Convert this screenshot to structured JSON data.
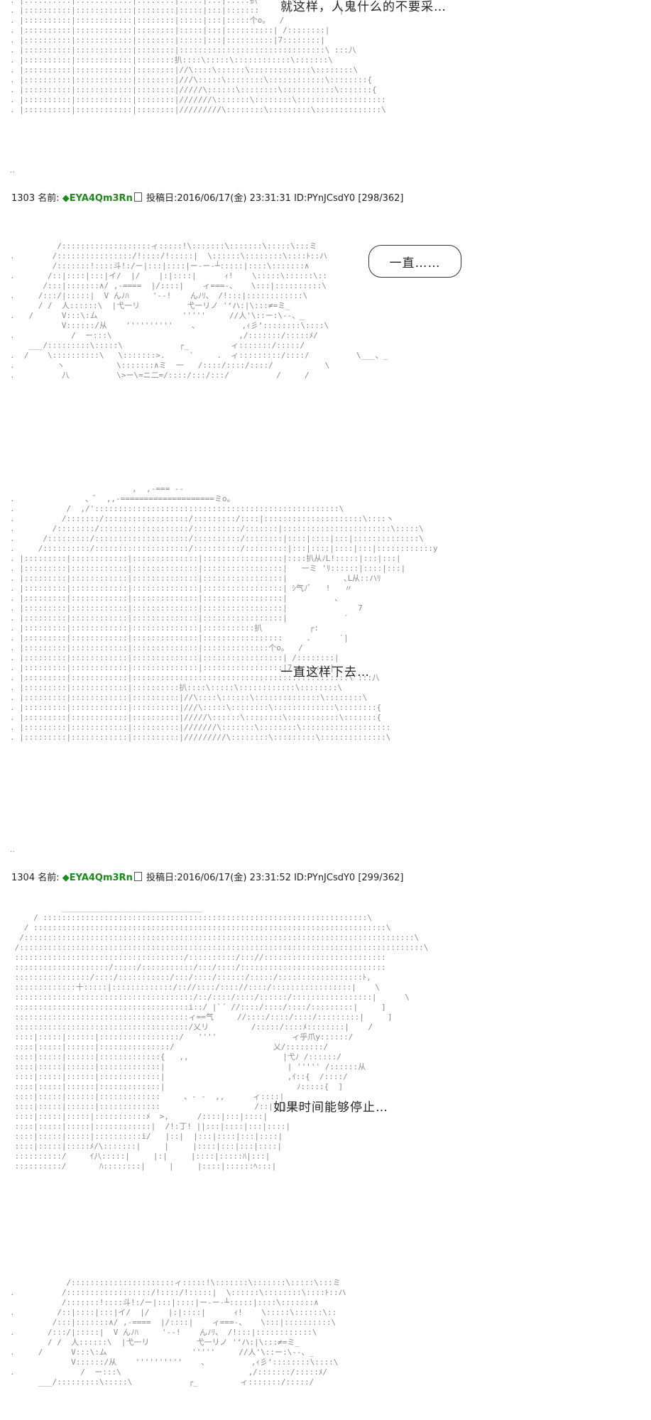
{
  "posts": [
    {
      "number": "1303",
      "name_label": "名前:",
      "name": "◆EYA4Qm3Rn",
      "date_label": "投稿日:",
      "datetime": "2016/06/17(金) 23:31:31",
      "id": "ID:PYnJCsdY0",
      "count": "[298/362]"
    },
    {
      "number": "1304",
      "name_label": "名前:",
      "name": "◆EYA4Qm3Rn",
      "date_label": "投稿日:",
      "datetime": "2016/06/17(金) 23:31:52",
      "id": "ID:PYnJCsdY0",
      "count": "[299/362]"
    }
  ],
  "separator": "..",
  "narration": {
    "n1": "就这样，人鬼什么的不要采…",
    "n2": "一直……",
    "n3": "一直这样下去…",
    "n4": "如果时间能够停止…"
  },
  "art": {
    "a1": ". |::::::::::|::::::::::::|::::::::|:::::|:::|:::::扒       マ  :\n. |::::::::::|::::::::::::|::::::::|:::::|:::|:::::::      .         ′|\n. |::::::::::|::::::::::::|::::::::|:::::|:::|:::::个o。  /\n. |::::::::::|::::::::::::|::::::::|:::::|:::|::::::::::| /::::::::|\n. |::::::::::|::::::::::::|::::::::|:::::|:::|::::::::::|7::::::::|\n. |::::::::::|::::::::::::|::::::::|:::::::::::::::::::::::::::::::\\ :::八\n. |::::::::::|::::::::::::|::::::::扒::::\\:::::\\::::::::::::\\:::::::\\\n. |::::::::::|::::::::::::|::::::::|//\\::::\\::::::\\:::::::::::::\\::::::::\\\n. |::::::::::|::::::::::::|::::::::|///\\:::::\\::::::::\\::::::::::::\\::::::::{\n. |::::::::::|::::::::::::|::::::::|/////\\::::::\\::::::::\\:::::::::::\\:::::::{\n. |::::::::::|::::::::::::|::::::::|///////\\:::::::\\::::::::\\:::::::::::::::::::\n. |::::::::::|::::::::::::|::::::::|/////////\\::::::::\\:::::::::\\::::::::::::::\\",
    "a2": "          /:::::::::::::::::::ィ:::::!\\:::::::\\:::::::\\:::::\\:::ミ\n.        /::::::::::::::::/!::::/!:::::|  \\::::::\\::::::::\\::::ﾄ::ハ\n         /:::::::!::::斗!:/ー|:::|::::|ー-ー‐┴:::::|::::\\:::::::∧\n.       /::|::::|:::|イ/  |/    |:|::::|      ｨ!    \\:::::\\::::::\\::\n       /:::|:::::::∧/ ,-====  |/::::|    ィ===-、   \\:::|::::::::::\\\n.     /:::/|:::::|  V んﾉﾊ     '‐-!    んﾉﾘ、 /!:::|::::::::::::\\\n      / /  人::::::\\  |弋一リ          弋一リノ '‘ハ:|\\:::≠=ミ_\n.   /      V:::\\:ム                  '''''     //人'\\::ー:\\‐-、_\n           V::::::/从    ''''''''''    、         ,ｨ彡‘::::::::\\::::\\\n.            /  ー:::\\                           ,/:::::::/:::::ﾒ/\n    ___/:::::::::\\:::::\\            ┌_         ィ:::::::/:::::/\n.  /    \\::::::::::\\   \\:::::::>.     ´     .  ィ:::::::::/::::/          \\___、_\n.         ヽ           \\:::::::∧ミ  一   /::::/::::/::::/           \\\n.          八          \\>ー\\=ニ二=/::::/:::/:::/          /     /",
    "a3": "                          ,  ,-=== --\n.               、ﾞ  ,,-====================ミo。\n.           /  ,/'::::::::::::::::::::::::::::::::::::::::::::::::::::\\\n.          /:::::::/::::::::::::::::::/:::::::::/::::|:::::::::::::::::::::\\::::ヽ\n.        /::::::::/:::::::::::::::::::/::::::::::/:::::::|:::::::::::::::::::::::\\:::::\\\n.      /:::::::::/::::::::::::::::::::/::::::::::/::::::::|::::|::::|:::|::::::::::::::\\\n.     /::::::::::/::::::::::::::::::::/::::::::::/:::::::::|:::|::::|::::|:::|::::::::::::y\n. |:::::::::|::::::::::::|::::::::::::::|:::::::::::::::::|::::扒从ﾉL!:::::|:::|:::|\n. |:::::::::|::::::::::::|::::::::::::::|:::::::::::::::::|   一ミ 'ﾘ::::::|::::|:::|\n. |:::::::::|::::::::::::|::::::::::::::|:::::::::::::::::|            ､Ⅼ从::ハﾘ\n. |:::::::::|::::::::::::|::::::::::::::|:::::::::::::::::| ｼ气ﾉﾞ   !   〃\n. |:::::::::|::::::::::::|::::::::::::::|:::::::::::::::::|          、\n. |:::::::::|::::::::::::|::::::::::::::|:::::::::::::::::|               7\n. |:::::::::|::::::::::::|::::::::::::::|:::::::::::::::::|            ′\n. |:::::::::|::::::::::::|::::::::::::::|:::::::::::扒          ┌:\n. |:::::::::|::::::::::::|::::::::::::::|:::::::::::::::::     .      ′|\n. |:::::::::|::::::::::::|::::::::::::::|::::::::::::::个o。  /\n. |:::::::::|::::::::::::|::::::::::::::|:::::::::::::::::| /::::::::|\n. |:::::::::|::::::::::::|::::::::::::::|:::::::::::::::::|7::::::::|\n. |:::::::::|::::::::::::|::::::::::::::::::::::::::::::::::::::::::::::\\ :::八\n. |:::::::::|::::::::::::|::::::::::扒::::\\:::::\\::::::::::::\\::::::::\\\n. |:::::::::|::::::::::::|::::::::::|//\\::::\\::::::\\::::::::::::::\\::::::::\\\n. |:::::::::|::::::::::::|::::::::::|///\\:::::\\::::::::\\:::::::::::::\\::::::::{\n. |:::::::::|::::::::::::|::::::::::|/////\\::::::\\::::::::\\:::::::::::\\:::::::{\n. |:::::::::|::::::::::::|::::::::::|///////\\:::::::\\::::::::\\:::::::::::::::::::\n. |:::::::::|::::::::::::|::::::::::|/////////\\::::::::\\:::::::::\\::::::::::::::\\",
    "a4": "           ______________________________\n     / :::::::::::::::::::::::::::::::::::::::::::::::::::::::::::::::::::::\\\n   / :::::::::::::::::::::::::::::::::::::::::::::::::::::::::::::::::::::::::::\\\n  /:::::::::::::::::::::::::::::::::::::::::::::::::::::::::::::::::::::::::::::::::::\\\n /::::::::::::::::::::::::::::::::::::::::::::::::::::::::::::::::::::::::::::::::::::::\\\n ::::::::::::::::::::::::::::::::::::/::::::::::/::://::::::::::::::::::::::::::\n ::::::::::::::::::::/:::::/:::::::::::/:::/::::/:::::::::::::::::::::::::::::::\n ::::::::::::::::/::::/:::::::::::/:::/::::/::::::/:::::/::::::::::::::::::ﾄ,\n :::::::::::::十:::::|:::::::::::::/:://::::/:::://::::/:::::::::::::::::|    \\\n ::::::::::::::::::::::::::::::::::::::/::/::::/::::/::::::/:::::::::::::::::|      \\\n :::::::::::::::::::::::::::::::::::::i::/ |`´ //::::/::::/::::/:::::::::|     ]\n :::::::::::::::::::::::::::::::::::::ィ==气     //::::/::::/::::/:::::::::|     ]\n :::::::::::::::::::::::::::::::::::::/乂リ         /:::::/::::ﾒ::::::::|    /\n ::::|:::::|::::::|:::::::::::::::::/   ''''                ィ乎爪y::::::/\n ::::|:::::|::::::|:::::::::::::::/                     乂/::::::::/\n ::::|:::::|::::::|:::::::::::::{   ,,                    |弋ﾉ /::::::/\n ::::|:::::|::::::|:::::::::::::|                          | ''''' /::::::从\n ::::|:::::|::::::|:::::::::::::|                          ,ｲ::{  /::::/\n ::::|:::::|::::::|:::::::::::::|                            ﾉ:::::{  ]\n ::::|:::::|::::::|:::::::::::::     、- ‐  ,,      ィ::::|\n ::::|:::::|::::::|:::::::::::::                    /::|::|::::|\n ::::|:::::|:::::|:::::::::::ﾒ  >,      /::::|:::|::::|\n ::::|:::::|:::::|::::::::::::|  /!:丁! ||:::|::::|:::|::::|\n ::::|:::::|:::::|::::::::::i/   |::|  |:::|::::|:::|::::|\n ::::|:::::|:::::ﾒ/\\:::::::|     |     |::::|:::|:::|::::|\n ::::::::::/     ｲ八:::::|     |:|     |::::|:::::ﾊ|:::|\n ::::::::::/       ﾊ::::::::|     |     |::::|::::::ﾍ:::|",
    "a5": "            /::::::::::::::::::::::ィ:::::!\\:::::::\\:::::::\\:::::\\:::ミ\n.          /::::::::::::::::::/!::::/!:::::|  \\::::::\\::::::::\\::::ﾄ::ハ\n           /:::::::!::::斗!:/ー|:::|::::|ー-ー‐┴:::::|::::\\:::::::∧\n.         /::|::::|:::|イ/  |/    |:|::::|      ｨ!    \\:::::\\::::::\\::\n         /:::|:::::::∧/ ,-====  |/::::|    ィ===-、   \\:::|::::::::::\\\n.       /:::/|:::::|  V んﾉﾊ     '‐-!    んﾉﾘ、 /!:::|::::::::::::\\\n        / /  人::::::\\  |弋一リ          弋一リノ '‘ハ:|\\:::≠=ミ_\n.     /      V:::\\:ム                  '''''     //人'\\::ー:\\‐-、_\n             V::::::/从    ''''''''''    、         ,ｨ彡‘::::::::\\::::\\\n.              /  ー:::\\                           ,/:::::::/:::::ﾒ/\n      ___/:::::::::\\:::::\\            ┌_         ィ:::::::/:::::/"
  }
}
